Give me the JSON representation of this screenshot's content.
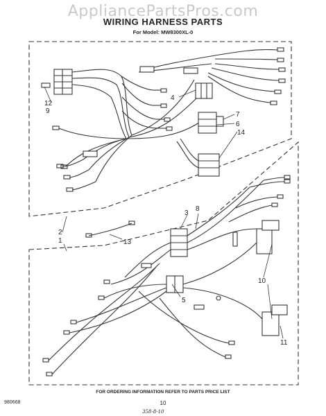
{
  "watermark": "AppliancePartsPros.com",
  "title": "WIRING HARNESS PARTS",
  "model": "For Model: MW8300XL-0",
  "footer": "FOR ORDERING INFORMATION REFER TO PARTS PRICE LIST",
  "doc_number": "980668",
  "page_number": "10",
  "stamp": "358-8-10",
  "callouts": [
    "12",
    "9",
    "4",
    "7",
    "6",
    "14",
    "2",
    "1",
    "13",
    "3",
    "8",
    "5",
    "10",
    "11"
  ]
}
